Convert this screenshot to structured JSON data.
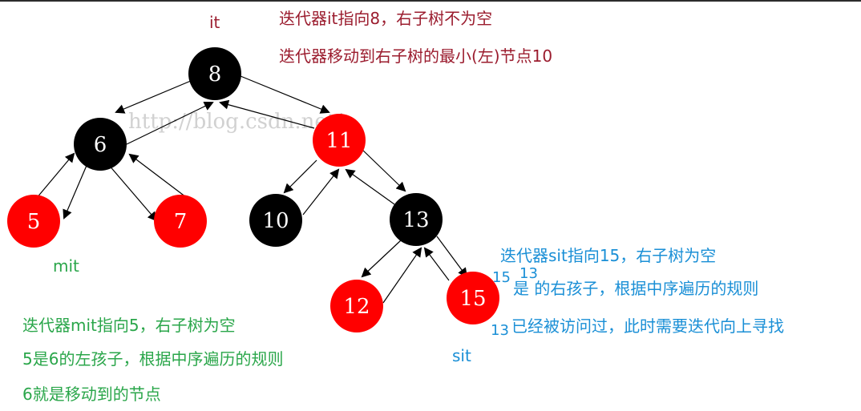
{
  "watermark": "http://blog.csdn.net/",
  "nodes": [
    {
      "id": "n8",
      "label": "8",
      "color": "black"
    },
    {
      "id": "n6",
      "label": "6",
      "color": "black"
    },
    {
      "id": "n11",
      "label": "11",
      "color": "red"
    },
    {
      "id": "n5",
      "label": "5",
      "color": "red"
    },
    {
      "id": "n7",
      "label": "7",
      "color": "red"
    },
    {
      "id": "n10",
      "label": "10",
      "color": "black"
    },
    {
      "id": "n13",
      "label": "13",
      "color": "black"
    },
    {
      "id": "n12",
      "label": "12",
      "color": "red"
    },
    {
      "id": "n15",
      "label": "15",
      "color": "red"
    }
  ],
  "pointers": {
    "it": "it",
    "mit": "mit",
    "sit": "sit"
  },
  "notes": {
    "it_line1": "迭代器it指向8，右子树不为空",
    "it_line2": "迭代器移动到右子树的最小(左)节点10",
    "sit_line1": "迭代器sit指向15，右子树为空",
    "sit_line2a": "15",
    "sit_line2b": "13",
    "sit_line2c": "是  的右孩子，根据中序遍历的规则",
    "sit_line3a": "13",
    "sit_line3b": "已经被访问过，此时需要迭代向上寻找",
    "mit_line1": "迭代器mit指向5，右子树为空",
    "mit_line2": "5是6的左孩子，根据中序遍历的规则",
    "mit_line3": "6就是移动到的节点"
  },
  "colors": {
    "red_node": "#ff0000",
    "black_node": "#000000",
    "it_text": "#9b1c2e",
    "mit_text": "#2aa64a",
    "sit_text": "#1a8fd6"
  }
}
